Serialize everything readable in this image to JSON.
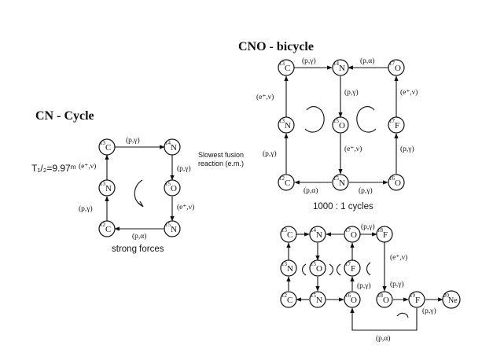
{
  "cn_cycle": {
    "title": "CN - Cycle",
    "nodes": [
      {
        "id": "C12",
        "mass": "12",
        "sym": "C"
      },
      {
        "id": "N13",
        "mass": "13",
        "sym": "N"
      },
      {
        "id": "C13",
        "mass": "13",
        "sym": "C"
      },
      {
        "id": "N14",
        "mass": "14",
        "sym": "N"
      },
      {
        "id": "O15",
        "mass": "15",
        "sym": "O"
      },
      {
        "id": "N15",
        "mass": "15",
        "sym": "N"
      }
    ],
    "labels": {
      "c12_n13": "(p,γ)",
      "n13_c13": "(e⁺,ν)",
      "c13_n14": "(p,γ)",
      "n14_o15": "(p,γ)",
      "o15_n15": "(e⁺,ν)",
      "n15_c12": "(p,α)"
    },
    "half_life": "T₁/₂=9.97ᵐ",
    "slowest_line1": "Slowest fusion",
    "slowest_line2": "reaction (e.m.)",
    "strong_forces": "strong forces"
  },
  "cno_bicycle": {
    "title": "CNO - bicycle",
    "nodes": [
      {
        "id": "C13",
        "mass": "13",
        "sym": "C"
      },
      {
        "id": "N14",
        "mass": "14",
        "sym": "N"
      },
      {
        "id": "O17",
        "mass": "17",
        "sym": "O"
      },
      {
        "id": "N13",
        "mass": "13",
        "sym": "N"
      },
      {
        "id": "O15",
        "mass": "15",
        "sym": "O"
      },
      {
        "id": "F17",
        "mass": "17",
        "sym": "F"
      },
      {
        "id": "C12",
        "mass": "12",
        "sym": "C"
      },
      {
        "id": "N15",
        "mass": "15",
        "sym": "N"
      },
      {
        "id": "O16",
        "mass": "16",
        "sym": "O"
      }
    ],
    "labels": {
      "c13_n14": "(p,γ)",
      "o17_n14": "(p,α)",
      "n13_c13": "(e⁺,ν)",
      "n14_o15": "(p,γ)",
      "f17_o17": "(e⁺,ν)",
      "c12_n13": "(p,γ)",
      "o15_n15": "(e⁺,ν)",
      "o16_f17": "(p,γ)",
      "n15_c12": "(p,α)",
      "n15_o16": "(p,γ)"
    },
    "ratio": "1000 : 1 cycles"
  },
  "extended": {
    "nodes": [
      {
        "id": "C13",
        "mass": "13",
        "sym": "C"
      },
      {
        "id": "N14",
        "mass": "14",
        "sym": "N"
      },
      {
        "id": "O17",
        "mass": "17",
        "sym": "O"
      },
      {
        "id": "F18",
        "mass": "18",
        "sym": "F"
      },
      {
        "id": "N13",
        "mass": "13",
        "sym": "N"
      },
      {
        "id": "O15",
        "mass": "15",
        "sym": "O"
      },
      {
        "id": "F17",
        "mass": "17",
        "sym": "F"
      },
      {
        "id": "C12",
        "mass": "12",
        "sym": "C"
      },
      {
        "id": "N15",
        "mass": "15",
        "sym": "N"
      },
      {
        "id": "O16",
        "mass": "16",
        "sym": "O"
      },
      {
        "id": "O18",
        "mass": "18",
        "sym": "O"
      },
      {
        "id": "F19",
        "mass": "19",
        "sym": "F"
      },
      {
        "id": "Ne20",
        "mass": "20",
        "sym": "Ne"
      }
    ],
    "labels": {
      "o17_f18": "(p,γ)",
      "f18_o18": "(e⁺,ν)",
      "o16_f17": "(p,γ)",
      "o18_f19": "(p,γ)",
      "f19_ne20": "(p,γ)",
      "f19_o16": "(p,α)"
    }
  }
}
